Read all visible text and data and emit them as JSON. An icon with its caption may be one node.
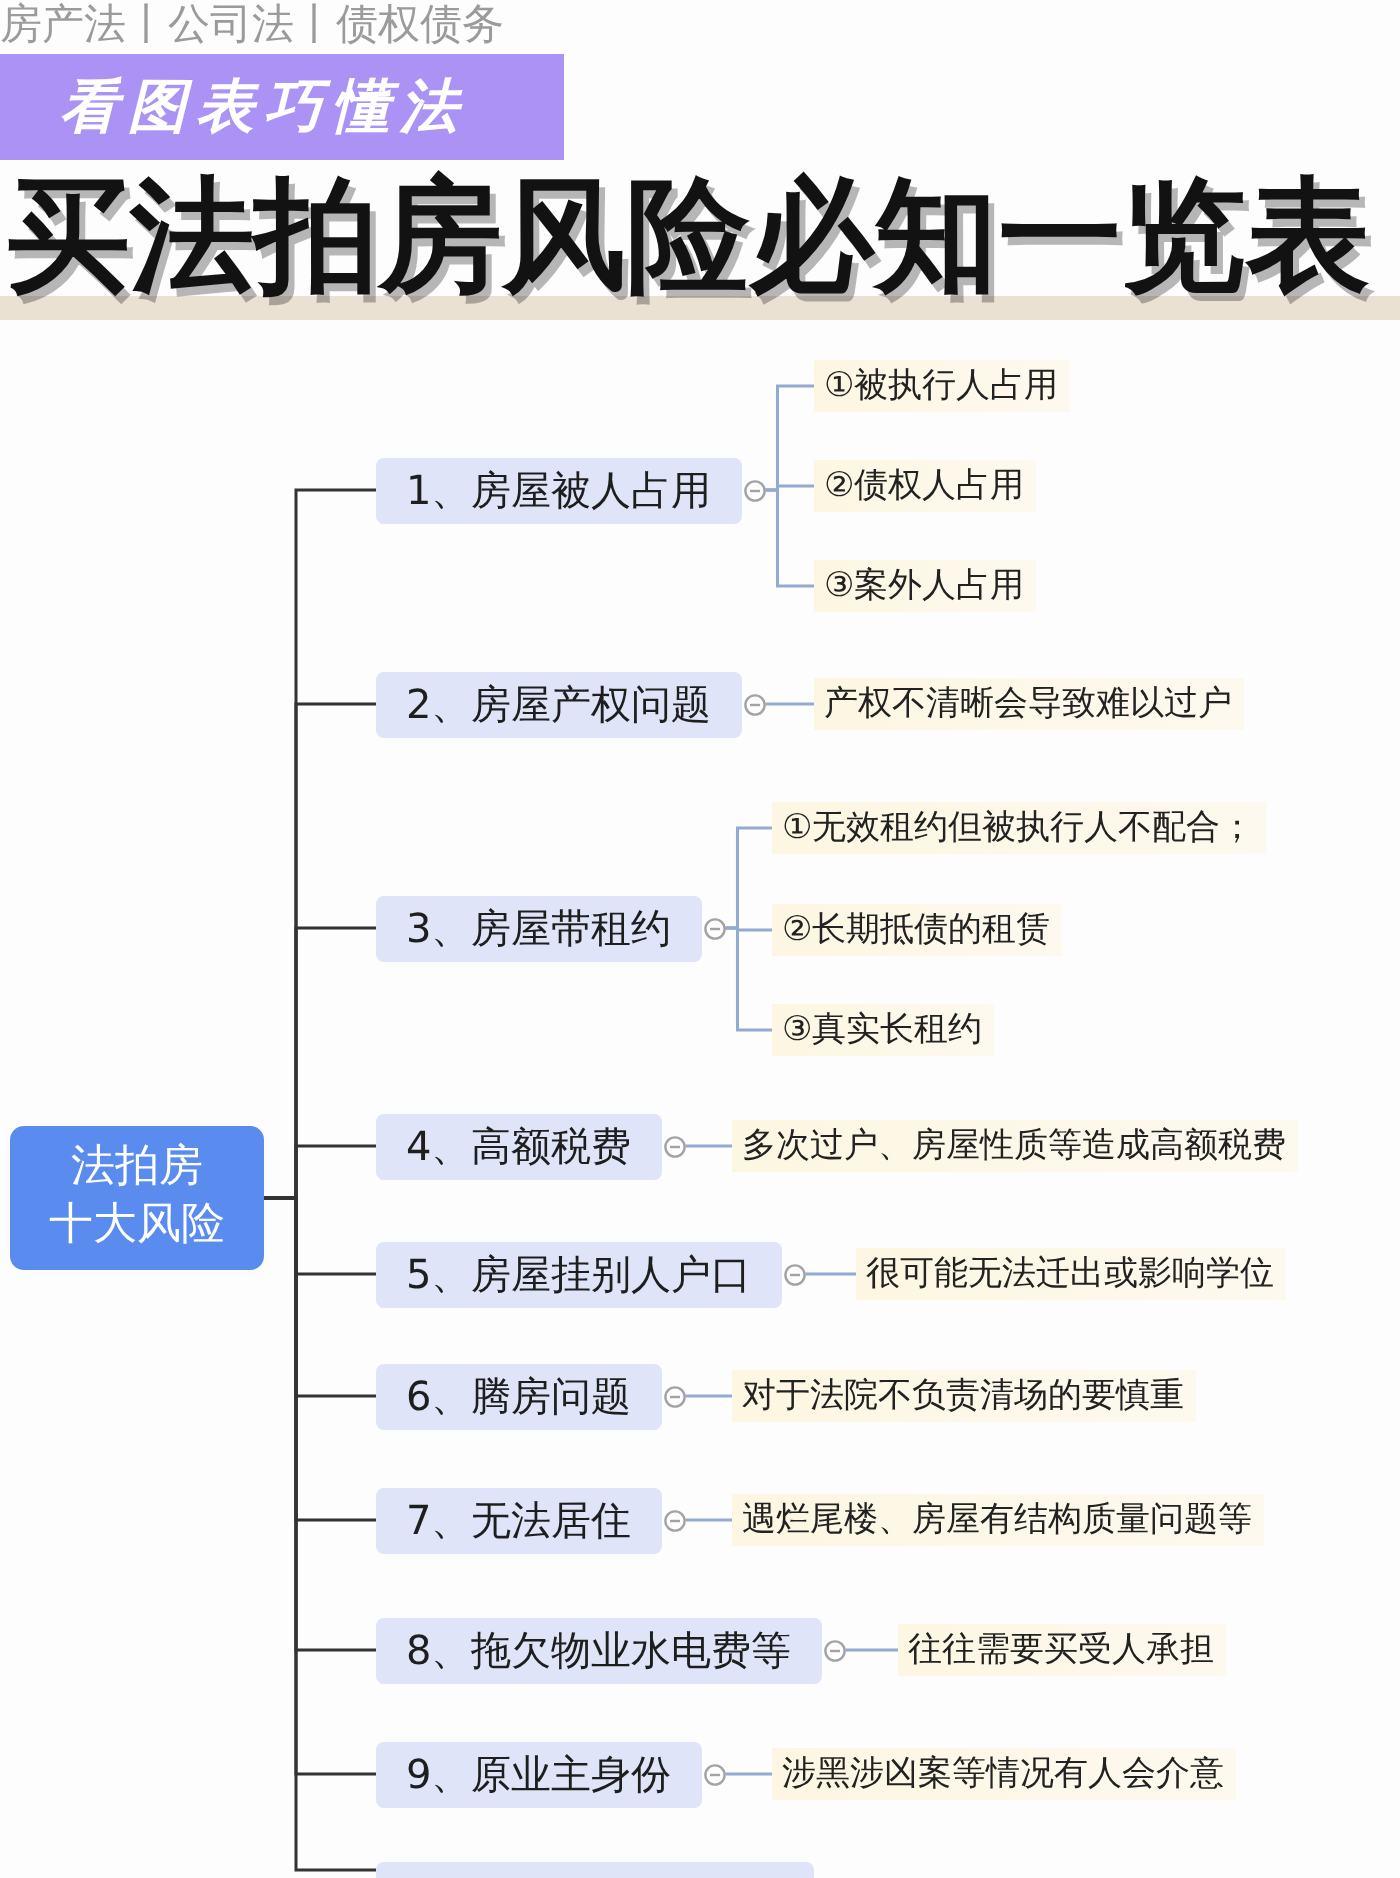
{
  "diagram": {
    "title": "买法拍房风险必知一览表",
    "nodes": [
      {
        "text": [
          "看图表巧懂法"
        ]
      },
      {
        "text": [
          "法拍房十大风险"
        ]
      },
      {
        "text": [
          "1、房屋被人占用"
        ]
      },
      {
        "text": [
          "①被执行人占用"
        ]
      },
      {
        "text": [
          "②债权人占用"
        ]
      },
      {
        "text": [
          "③案外人占用"
        ]
      },
      {
        "text": [
          "2、房屋产权问题"
        ]
      },
      {
        "text": [
          "产权不清晰会导致难以过户"
        ]
      },
      {
        "text": [
          "3、房屋带租约"
        ]
      },
      {
        "text": [
          "①无效租约但被执行人不配合；"
        ]
      },
      {
        "text": [
          "②长期抵债的租赁"
        ]
      },
      {
        "text": [
          "③真实长租约"
        ]
      },
      {
        "text": [
          "4、高额税费"
        ]
      },
      {
        "text": [
          "多次过户、房屋性质等造成高额税费"
        ]
      },
      {
        "text": [
          "5、房屋挂别人户口"
        ]
      },
      {
        "text": [
          "很可能无法迁出或影响学位"
        ]
      },
      {
        "text": [
          "6、腾房问题"
        ]
      },
      {
        "text": [
          "对于法院不负责清场的要慎重"
        ]
      },
      {
        "text": [
          "7、无法居住"
        ]
      },
      {
        "text": [
          "遇烂尾楼、房屋有结构质量问题等"
        ]
      },
      {
        "text": [
          "8、拖欠物业水电费等"
        ]
      },
      {
        "text": [
          "往往需要买受人承担"
        ]
      },
      {
        "text": [
          "9、原业主身份"
        ]
      },
      {
        "text": [
          "涉黑涉凶案等情况有人会介意"
        ]
      },
      {
        "text": [],
        "shape": "box"
      }
    ],
    "edges": [
      {
        "from": 1,
        "to": 2,
        "arrow": "none",
        "color": "#333333"
      },
      {
        "from": 2,
        "to": 3,
        "arrow": "none"
      },
      {
        "from": 2,
        "to": 4,
        "arrow": "none"
      },
      {
        "from": 2,
        "to": 5,
        "arrow": "none"
      },
      {
        "from": 1,
        "to": 6,
        "arrow": "none",
        "color": "#333333"
      },
      {
        "from": 6,
        "to": 7,
        "arrow": "none"
      },
      {
        "from": 1,
        "to": 8,
        "arrow": "none",
        "color": "#333333"
      },
      {
        "from": 8,
        "to": 9,
        "arrow": "none"
      },
      {
        "from": 8,
        "to": 10,
        "arrow": "none"
      },
      {
        "from": 8,
        "to": 11,
        "arrow": "none"
      },
      {
        "from": 1,
        "to": 12,
        "arrow": "none",
        "color": "#333333"
      },
      {
        "from": 12,
        "to": 13,
        "arrow": "none"
      },
      {
        "from": 1,
        "to": 14,
        "arrow": "none",
        "color": "#333333"
      },
      {
        "from": 14,
        "to": 15,
        "arrow": "none"
      },
      {
        "from": 1,
        "to": 16,
        "arrow": "none",
        "color": "#333333"
      },
      {
        "from": 16,
        "to": 17,
        "arrow": "none"
      },
      {
        "from": 1,
        "to": 18,
        "arrow": "none",
        "color": "#333333"
      },
      {
        "from": 18,
        "to": 19,
        "arrow": "none"
      },
      {
        "from": 1,
        "to": 20,
        "arrow": "none",
        "color": "#333333"
      },
      {
        "from": 20,
        "to": 21,
        "arrow": "none"
      },
      {
        "from": 1,
        "to": 22,
        "arrow": "none",
        "color": "#333333"
      },
      {
        "from": 22,
        "to": 23,
        "arrow": "none"
      },
      {
        "from": 1,
        "to": 24,
        "arrow": "none",
        "color": "#333333"
      }
    ],
    "labels": [
      "房产法丨公司法丨债权债务"
    ]
  }
}
